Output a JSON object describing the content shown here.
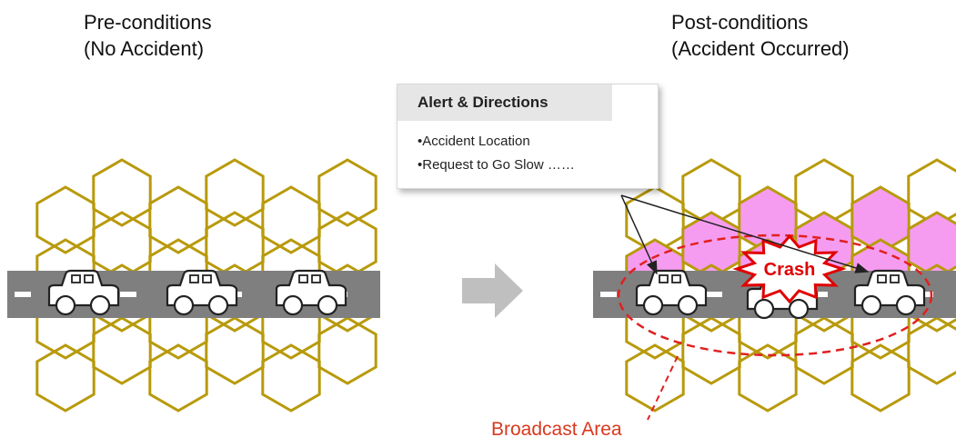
{
  "pre": {
    "title_line1": "Pre-conditions",
    "title_line2": "(No Accident)"
  },
  "post": {
    "title_line1": "Post-conditions",
    "title_line2": "(Accident Occurred)"
  },
  "alert": {
    "title": "Alert & Directions",
    "items": [
      "•Accident Location",
      "•Request to Go Slow ……"
    ]
  },
  "crash_label": "Crash",
  "broadcast_label": "Broadcast Area",
  "colors": {
    "hex_stroke": "#b89a0c",
    "hex_fill_highlight": "#f59cf0",
    "road": "#7f7f7f",
    "road_dash": "#ffffff",
    "broadcast": "#e02020",
    "arrow": "#bfbfbf",
    "crash": "#e00000"
  },
  "icons": {
    "car": "car-icon",
    "process_arrow": "right-arrow-icon",
    "crash_burst": "explosion-icon"
  }
}
